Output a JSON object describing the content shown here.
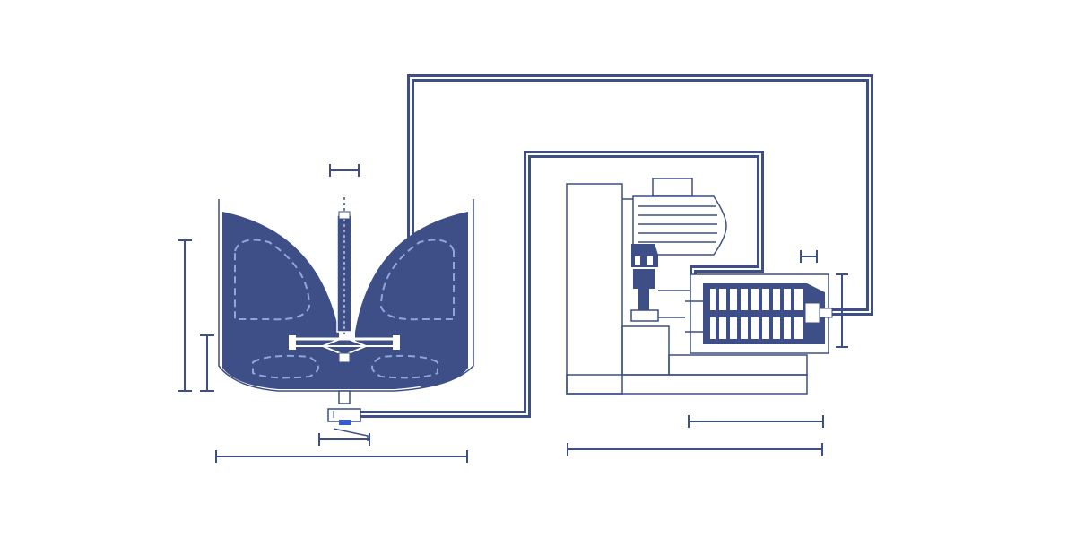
{
  "colors": {
    "background": "#ffffff",
    "primary": "#3d4f86",
    "outline": "#3d4f86",
    "flow_dash": "#8ea6dc",
    "fill": "#3d4f86",
    "accent": "#3a5cc8"
  },
  "components": [
    {
      "id": "stirred-tank",
      "icon": "vessel-with-agitator"
    },
    {
      "id": "agitator",
      "icon": "impeller-shaft"
    },
    {
      "id": "bottom-valve",
      "icon": "valve"
    },
    {
      "id": "motor",
      "icon": "electric-motor"
    },
    {
      "id": "coupling",
      "icon": "shaft-coupling"
    },
    {
      "id": "pump",
      "icon": "screw-pump"
    },
    {
      "id": "base-frame",
      "icon": "skid-frame"
    },
    {
      "id": "outlet-pipe",
      "icon": "pipe"
    },
    {
      "id": "return-pipe",
      "icon": "pipe"
    }
  ]
}
